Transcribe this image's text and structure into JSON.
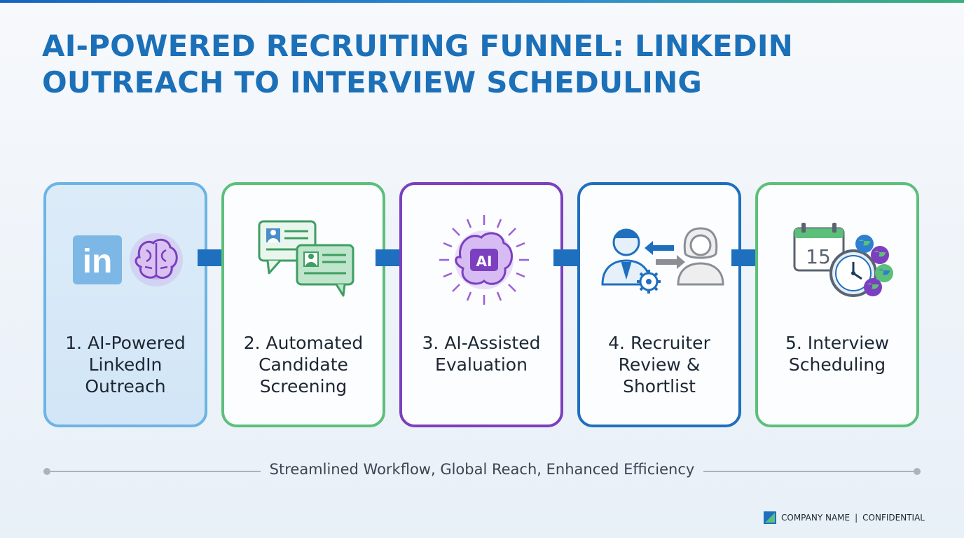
{
  "title": "AI-POWERED RECRUITING FUNNEL: LINKEDIN OUTREACH TO INTERVIEW SCHEDULING",
  "steps": [
    {
      "label": "1. AI-Powered LinkedIn Outreach",
      "color": "#6cb4e4",
      "icon_left": "linkedin-icon",
      "icon_right": "ai-brain-icon",
      "logo_text": "in"
    },
    {
      "label": "2. Automated Candidate Screening",
      "color": "#5cbf7a",
      "icon": "chat-profile-cards-icon"
    },
    {
      "label": "3. AI-Assisted Evaluation",
      "color": "#7b3fbf",
      "icon": "ai-brain-glow-icon",
      "badge_text": "AI"
    },
    {
      "label": "4. Recruiter Review & Shortlist",
      "color": "#1f6fbf",
      "icon": "recruiter-exchange-icon"
    },
    {
      "label": "5. Interview Scheduling",
      "color": "#5cbf7a",
      "icon": "calendar-clock-globe-icon",
      "calendar_day": "15"
    }
  ],
  "tagline": "Streamlined Workflow, Global Reach, Enhanced Efficiency",
  "footer": {
    "company": "COMPANY NAME",
    "separator": "|",
    "confidential": "CONFIDENTIAL"
  },
  "colors": {
    "title": "#1b70b8",
    "arrow": "#1f6fbf",
    "accent_green": "#5cbf7a",
    "accent_purple": "#7b3fbf"
  }
}
